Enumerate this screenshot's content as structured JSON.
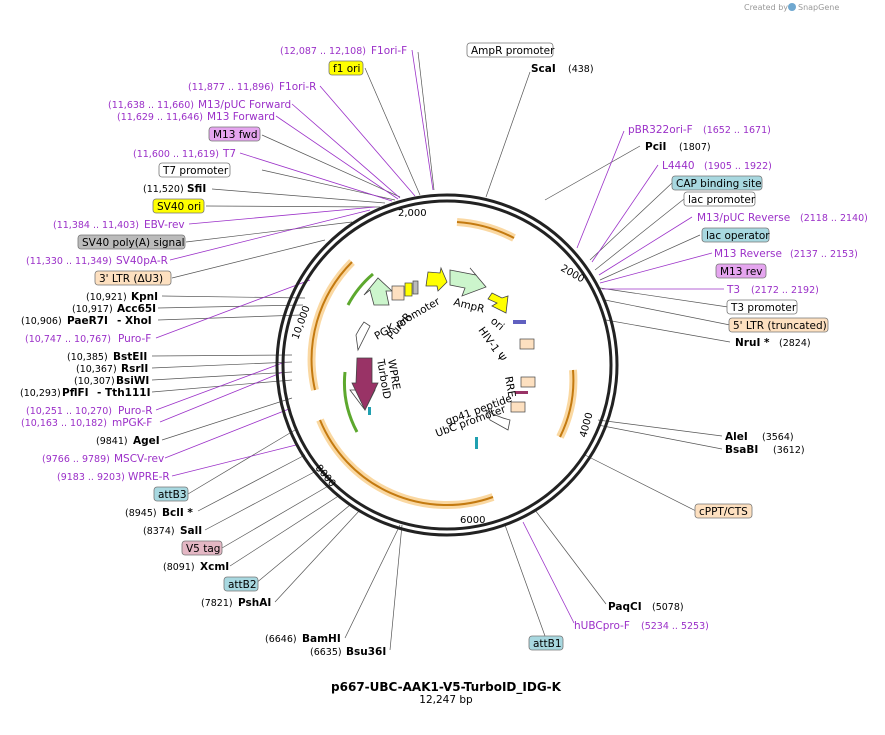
{
  "credit": {
    "created_by": "Created by",
    "brand": "SnapGene"
  },
  "plasmid": {
    "name": "p667-UBC-AAK1-V5-TurboID_IDG-K",
    "size": "12,247 bp"
  },
  "ticks": [
    "2000",
    "4000",
    "6000",
    "8000",
    "10,000",
    "2,000"
  ],
  "inner_features": [
    "AmpR",
    "ori",
    "HIV-1 Ψ",
    "RRE",
    "gp41 peptide",
    "UbC promoter",
    "PuroR",
    "PGK promoter",
    "WPRE",
    "TurboID"
  ],
  "enzymes": [
    {
      "name": "ScaI",
      "pos": "(438)"
    },
    {
      "name": "PciI",
      "pos": "(1807)"
    },
    {
      "name": "NruI *",
      "pos": "(2824)"
    },
    {
      "name": "AleI",
      "pos": "(3564)"
    },
    {
      "name": "BsaBI",
      "pos": "(3612)"
    },
    {
      "name": "PaqCI",
      "pos": "(5078)"
    },
    {
      "name": "BamHI",
      "pos": "(6646)"
    },
    {
      "name": "Bsu36I",
      "pos": "(6635)"
    },
    {
      "name": "PshAI",
      "pos": "(7821)"
    },
    {
      "name": "XcmI",
      "pos": "(8091)"
    },
    {
      "name": "SalI",
      "pos": "(8374)"
    },
    {
      "name": "BclI *",
      "pos": "(8945)"
    },
    {
      "name": "AgeI",
      "pos": "(9841)"
    },
    {
      "name": "PflFI",
      "pos": "(10,293)"
    },
    {
      "name": "- Tth111I",
      "pos": ""
    },
    {
      "name": "BsiWI",
      "pos": "(10,307)"
    },
    {
      "name": "RsrII",
      "pos": "(10,367)"
    },
    {
      "name": "BstEII",
      "pos": "(10,385)"
    },
    {
      "name": "PaeR7I",
      "pos": "(10,906)"
    },
    {
      "name": "- XhoI",
      "pos": ""
    },
    {
      "name": "Acc65I",
      "pos": "(10,917)"
    },
    {
      "name": "KpnI",
      "pos": "(10,921)"
    },
    {
      "name": "SfiI",
      "pos": "(11,520)"
    }
  ],
  "primers": [
    {
      "name": "F1ori-F",
      "pos": "(12,087 .. 12,108)"
    },
    {
      "name": "F1ori-R",
      "pos": "(11,877 .. 11,896)"
    },
    {
      "name": "M13/pUC Forward",
      "pos": "(11,638 .. 11,660)"
    },
    {
      "name": "M13 Forward",
      "pos": "(11,629 .. 11,646)"
    },
    {
      "name": "T7",
      "pos": "(11,600 .. 11,619)"
    },
    {
      "name": "EBV-rev",
      "pos": "(11,384 .. 11,403)"
    },
    {
      "name": "SV40pA-R",
      "pos": "(11,330 .. 11,349)"
    },
    {
      "name": "Puro-F",
      "pos": "(10,747 .. 10,767)"
    },
    {
      "name": "Puro-R",
      "pos": "(10,251 .. 10,270)"
    },
    {
      "name": "mPGK-F",
      "pos": "(10,163 .. 10,182)"
    },
    {
      "name": "MSCV-rev",
      "pos": "(9766 .. 9789)"
    },
    {
      "name": "WPRE-R",
      "pos": "(9183 .. 9203)"
    },
    {
      "name": "pBR322ori-F",
      "pos": "(1652 .. 1671)"
    },
    {
      "name": "L4440",
      "pos": "(1905 .. 1922)"
    },
    {
      "name": "M13/pUC Reverse",
      "pos": "(2118 .. 2140)"
    },
    {
      "name": "M13 Reverse",
      "pos": "(2137 .. 2153)"
    },
    {
      "name": "T3",
      "pos": "(2172 .. 2192)"
    },
    {
      "name": "hUBCpro-F",
      "pos": "(5234 .. 5253)"
    }
  ],
  "features": [
    {
      "name": "AmpR promoter",
      "color": "#ffffff"
    },
    {
      "name": "f1 ori",
      "color": "#ffff00"
    },
    {
      "name": "M13 fwd",
      "color": "#e5a5ef"
    },
    {
      "name": "T7 promoter",
      "color": "#ffffff"
    },
    {
      "name": "SV40 ori",
      "color": "#ffff00"
    },
    {
      "name": "SV40 poly(A) signal",
      "color": "#bbbbbb"
    },
    {
      "name": "3' LTR (ΔU3)",
      "color": "#fde0c0"
    },
    {
      "name": "attB3",
      "color": "#a8d8e0"
    },
    {
      "name": "V5 tag",
      "color": "#e4b7c4"
    },
    {
      "name": "attB2",
      "color": "#a8d8e0"
    },
    {
      "name": "CAP binding site",
      "color": "#a8d8e0"
    },
    {
      "name": "lac promoter",
      "color": "#ffffff"
    },
    {
      "name": "lac operator",
      "color": "#a8d8e0"
    },
    {
      "name": "M13 rev",
      "color": "#e5a5ef"
    },
    {
      "name": "T3 promoter",
      "color": "#ffffff"
    },
    {
      "name": "5' LTR (truncated)",
      "color": "#fde0c0"
    },
    {
      "name": "cPPT/CTS",
      "color": "#fde0c0"
    },
    {
      "name": "attB1",
      "color": "#a8d8e0"
    }
  ]
}
